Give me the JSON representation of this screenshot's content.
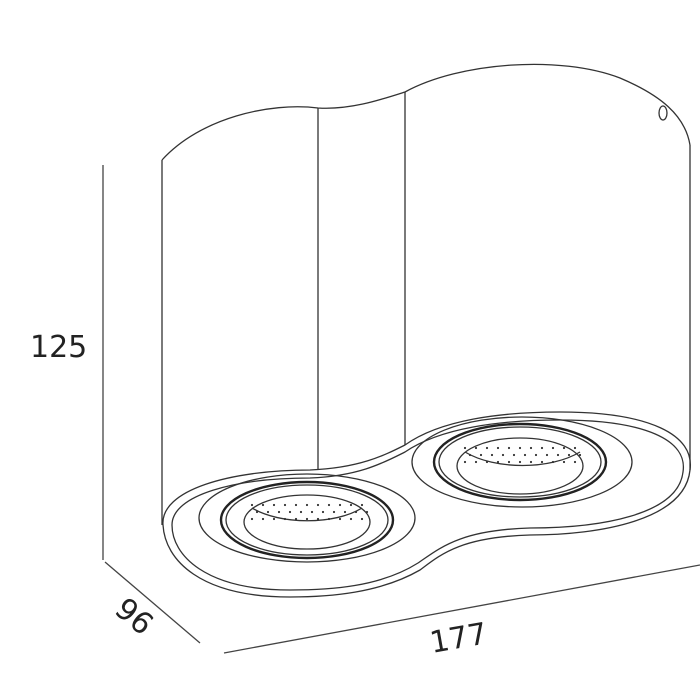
{
  "dimensions": {
    "height": "125",
    "depth": "96",
    "width": "177"
  },
  "colors": {
    "line": "#333333",
    "background": "#ffffff"
  }
}
